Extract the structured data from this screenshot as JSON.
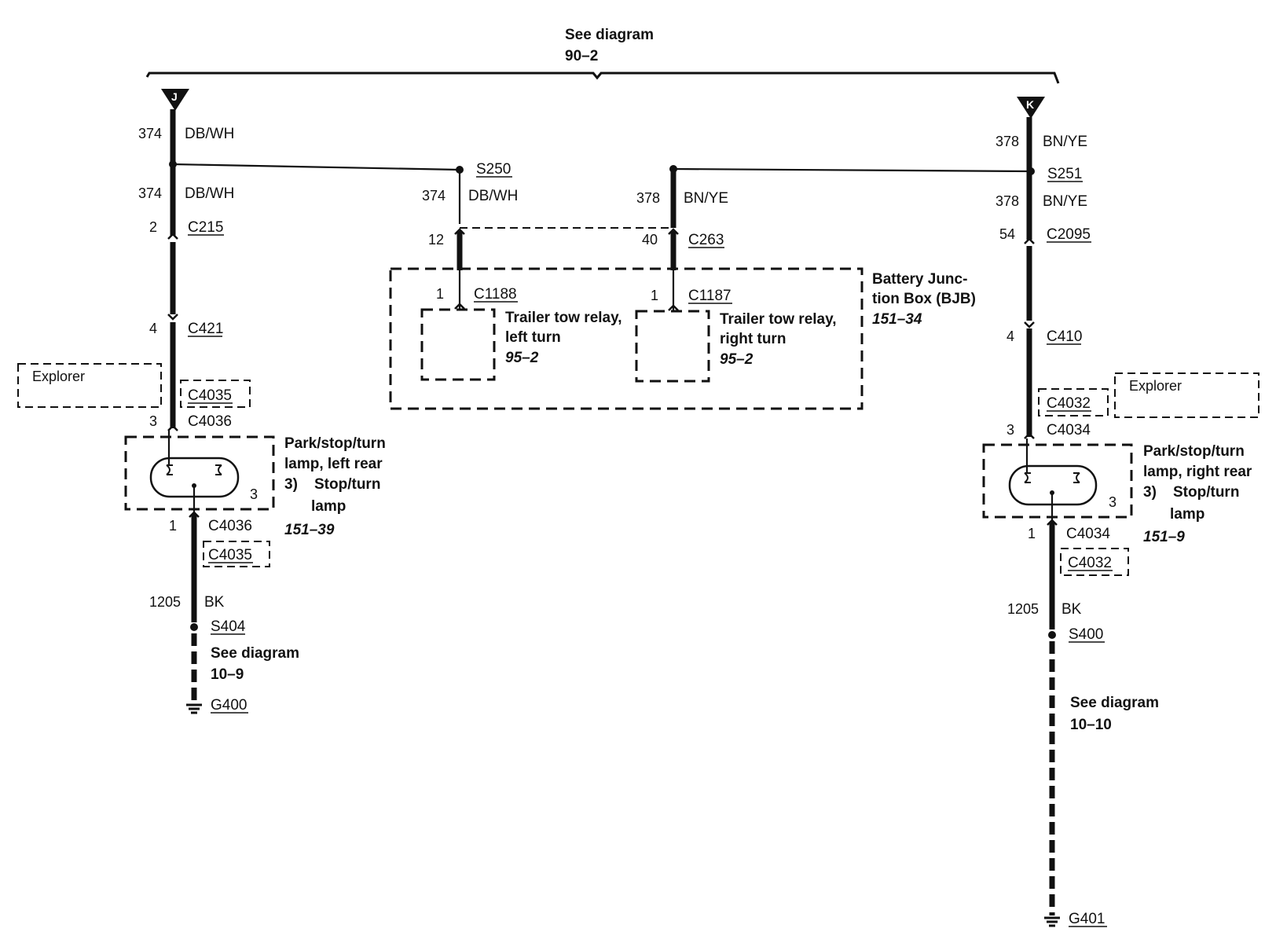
{
  "top": {
    "see_diagram": "See diagram",
    "diagram_ref": "90–2"
  },
  "left": {
    "flag": "J",
    "wire_top": {
      "circuit": "374",
      "color": "DB/WH"
    },
    "wire_mid": {
      "circuit": "374",
      "color": "DB/WH"
    },
    "c215": {
      "pin": "2",
      "label": "C215"
    },
    "c421": {
      "pin": "4",
      "label": "C421"
    },
    "explorer": "Explorer",
    "c4035_top": "C4035",
    "c4036_top": {
      "pin": "3",
      "label": "C4036"
    },
    "lamp": {
      "line1": "Park/stop/turn",
      "line2": "lamp, left rear",
      "line3": "3)    Stop/turn",
      "line4": "lamp",
      "ref": "151–39",
      "pin": "3"
    },
    "c4036_bot": {
      "pin": "1",
      "label": "C4036"
    },
    "c4035_bot": "C4035",
    "wire_gnd": {
      "circuit": "1205",
      "color": "BK"
    },
    "splice": "S404",
    "see_diagram": "See diagram",
    "diagram_ref": "10–9",
    "ground": "G400"
  },
  "center": {
    "s250": "S250",
    "wire_left": {
      "circuit": "374",
      "color": "DB/WH"
    },
    "wire_right": {
      "circuit": "378",
      "color": "BN/YE"
    },
    "pin_12": "12",
    "pin_40": "40",
    "c263": "C263",
    "bjb": {
      "line1": "Battery Junc-",
      "line2": "tion Box (BJB)",
      "ref": "151–34"
    },
    "relay_left": {
      "pin": "1",
      "connector": "C1188",
      "line1": "Trailer tow relay,",
      "line2": "left turn",
      "ref": "95–2"
    },
    "relay_right": {
      "pin": "1",
      "connector": "C1187",
      "line1": "Trailer tow relay,",
      "line2": "right turn",
      "ref": "95–2"
    }
  },
  "right": {
    "flag": "K",
    "wire_top": {
      "circuit": "378",
      "color": "BN/YE"
    },
    "s251": "S251",
    "wire_mid": {
      "circuit": "378",
      "color": "BN/YE"
    },
    "c2095": {
      "pin": "54",
      "label": "C2095"
    },
    "c410": {
      "pin": "4",
      "label": "C410"
    },
    "explorer": "Explorer",
    "c4032_top": "C4032",
    "c4034_top": {
      "pin": "3",
      "label": "C4034"
    },
    "lamp": {
      "line1": "Park/stop/turn",
      "line2": "lamp, right rear",
      "line3": "3)    Stop/turn",
      "line4": "lamp",
      "ref": "151–9",
      "pin": "3"
    },
    "c4034_bot": {
      "pin": "1",
      "label": "C4034"
    },
    "c4032_bot": "C4032",
    "wire_gnd": {
      "circuit": "1205",
      "color": "BK"
    },
    "splice": "S400",
    "see_diagram": "See diagram",
    "diagram_ref": "10–10",
    "ground": "G401"
  }
}
